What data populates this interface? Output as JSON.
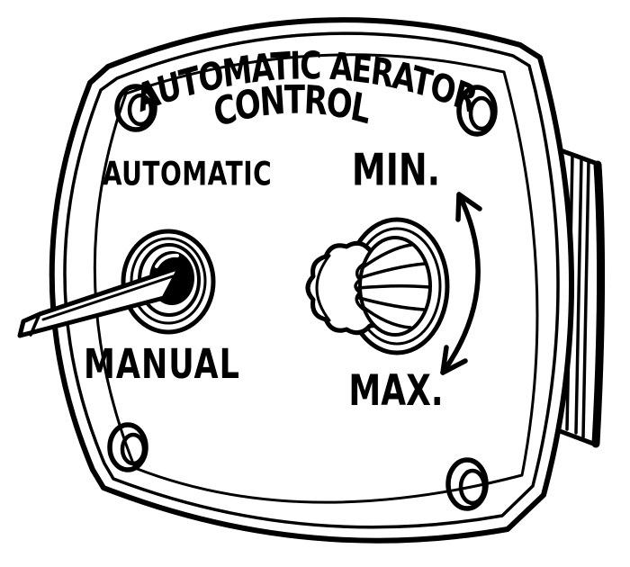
{
  "illustration": {
    "device": "automatic-aerator-control-faceplate",
    "colors": {
      "ink": "#000000",
      "paper": "#ffffff"
    },
    "nameplate": {
      "title_line1": "AUTOMATIC AERATOR",
      "title_line2": "CONTROL"
    },
    "toggle_switch": {
      "position_up_label": "AUTOMATIC",
      "position_down_label": "MANUAL"
    },
    "adjustment_knob": {
      "counterclockwise_label": "MIN.",
      "clockwise_label": "MAX."
    },
    "icons": {
      "toggle": "toggle-switch-lever",
      "knob": "fluted-round-knob",
      "rotation_arrow": "curved-double-headed-arrow",
      "mounting_hole": "screw-hole-crescent",
      "housing": "ribbed-rear-housing"
    }
  }
}
